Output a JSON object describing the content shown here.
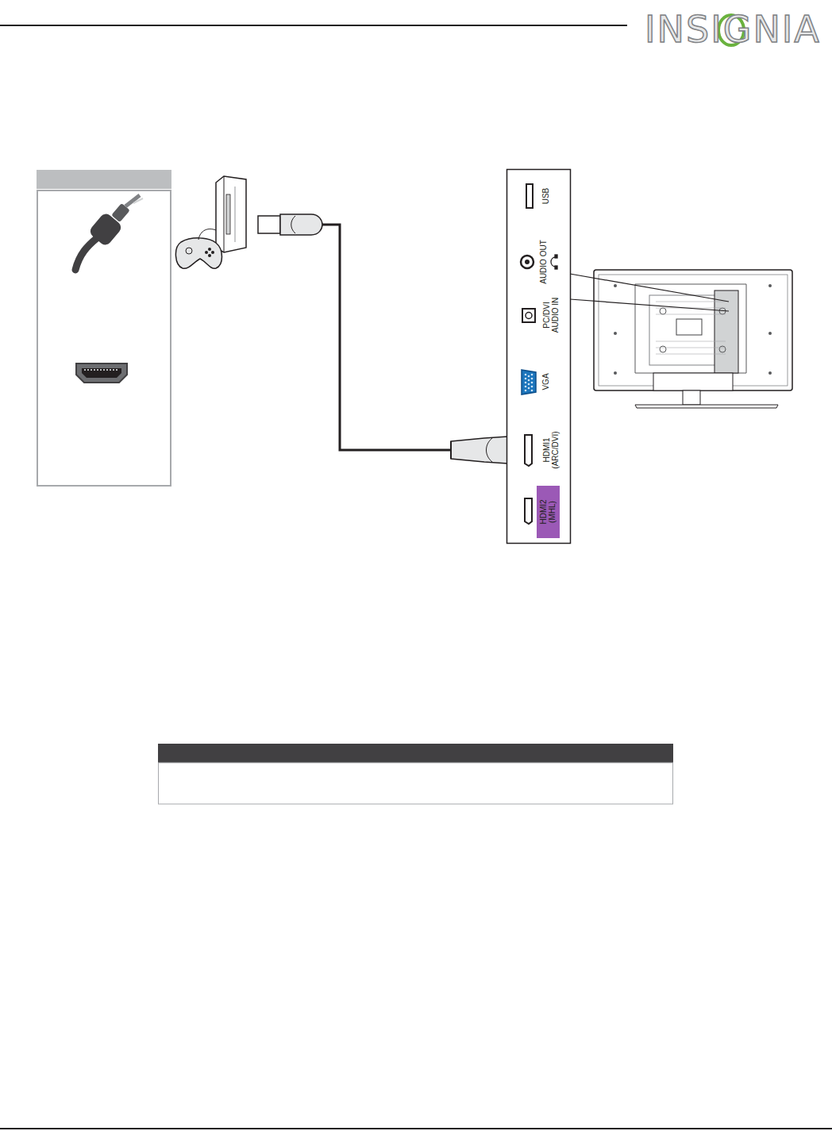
{
  "diagram": {
    "labels": [
      "INSIGNIA",
      "USB",
      "AUDIO OUT",
      "PC/DVI AUDIO IN",
      "VGA",
      "HDMI1 (ARC/DVI)",
      "HDMI2 (MHL)"
    ]
  }
}
